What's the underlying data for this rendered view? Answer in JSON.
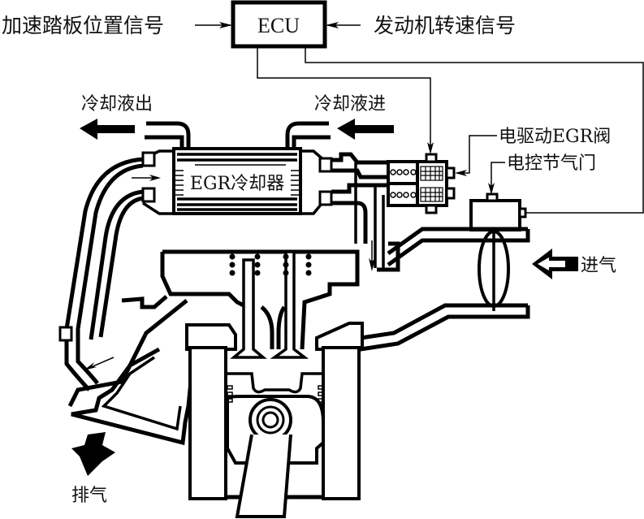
{
  "diagram": {
    "title": "EGR system with electrically driven EGR valve and cooler",
    "ecu_label": "ECU",
    "labels": {
      "accelerator_signal": "加速踏板位置信号",
      "engine_speed_signal": "发动机转速信号",
      "coolant_out": "冷却液出",
      "coolant_in": "冷却液进",
      "egr_cooler": "EGR冷却器",
      "egr_valve": "电驱动EGR阀",
      "throttle": "电控节气门",
      "intake": "进气",
      "exhaust": "排气"
    },
    "components": [
      {
        "id": "ecu",
        "name": "ECU"
      },
      {
        "id": "egr-cooler",
        "name": "EGR冷却器"
      },
      {
        "id": "egr-valve",
        "name": "电驱动EGR阀"
      },
      {
        "id": "throttle",
        "name": "电控节气门"
      },
      {
        "id": "cylinder",
        "name": "engine cylinder with piston"
      },
      {
        "id": "intake-manifold",
        "name": "进气"
      },
      {
        "id": "exhaust-manifold",
        "name": "排气"
      }
    ],
    "flows": [
      {
        "from": "加速踏板位置信号",
        "to": "ECU"
      },
      {
        "from": "发动机转速信号",
        "to": "ECU"
      },
      {
        "from": "ECU",
        "to": "电驱动EGR阀"
      },
      {
        "from": "ECU",
        "to": "电控节气门"
      },
      {
        "from": "排气",
        "to": "EGR冷却器"
      },
      {
        "from": "EGR冷却器",
        "to": "电驱动EGR阀"
      },
      {
        "from": "电驱动EGR阀",
        "to": "进气"
      }
    ],
    "colors": {
      "line": "#000000",
      "background": "#ffffff"
    }
  }
}
